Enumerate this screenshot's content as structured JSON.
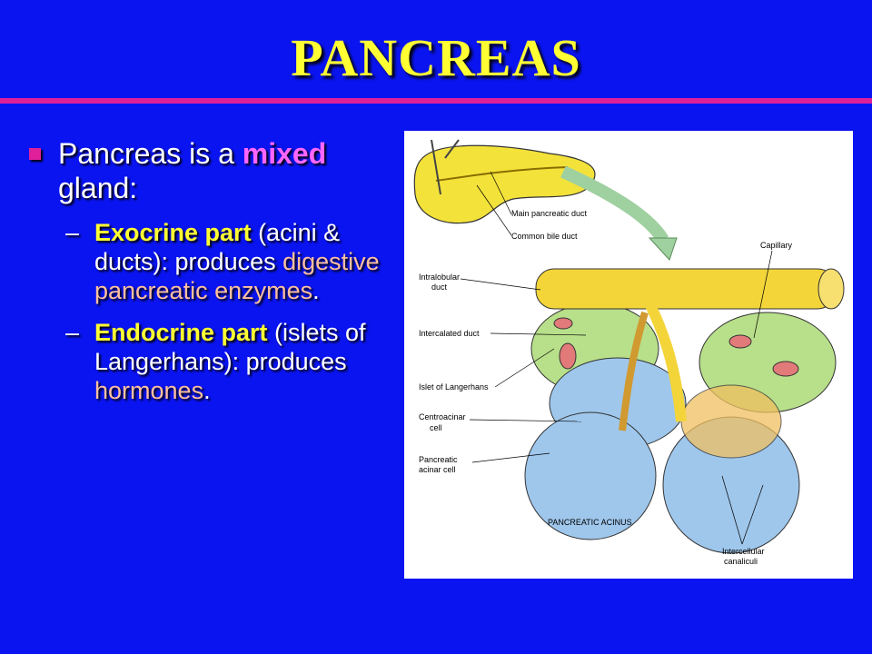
{
  "slide": {
    "title": "PANCREAS"
  },
  "bullets": {
    "main": {
      "prefix": "Pancreas is a ",
      "emph": "mixed",
      "suffix": " gland:"
    },
    "sub1": {
      "label": "Exocrine part",
      "text": " (acini & ducts): produces ",
      "emph": "digestive pancreatic enzymes",
      "end": "."
    },
    "sub2": {
      "label": "Endocrine part",
      "text": " (islets of Langerhans): produces ",
      "emph": "hormones",
      "end": "."
    },
    "dash": "–"
  },
  "figure": {
    "labels": {
      "main_duct": "Main pancreatic duct",
      "bile_duct": "Common bile duct",
      "capillary": "Capillary",
      "intralobular_1": "Intralobular",
      "intralobular_2": "duct",
      "intercalated": "Intercalated duct",
      "islet": "Islet of Langerhans",
      "centroacinar_1": "Centroacinar",
      "centroacinar_2": "cell",
      "acinar_1": "Pancreatic",
      "acinar_2": "acinar cell",
      "caption": "PANCREATIC ACINUS",
      "canaliculi_1": "Intercellular",
      "canaliculi_2": "canaliculi"
    }
  },
  "colors": {
    "background": "#0a14f0",
    "title": "#ffff33",
    "rule": "#e0209a",
    "accent_pink": "#ff66ff",
    "accent_peach": "#ffc0a0"
  }
}
